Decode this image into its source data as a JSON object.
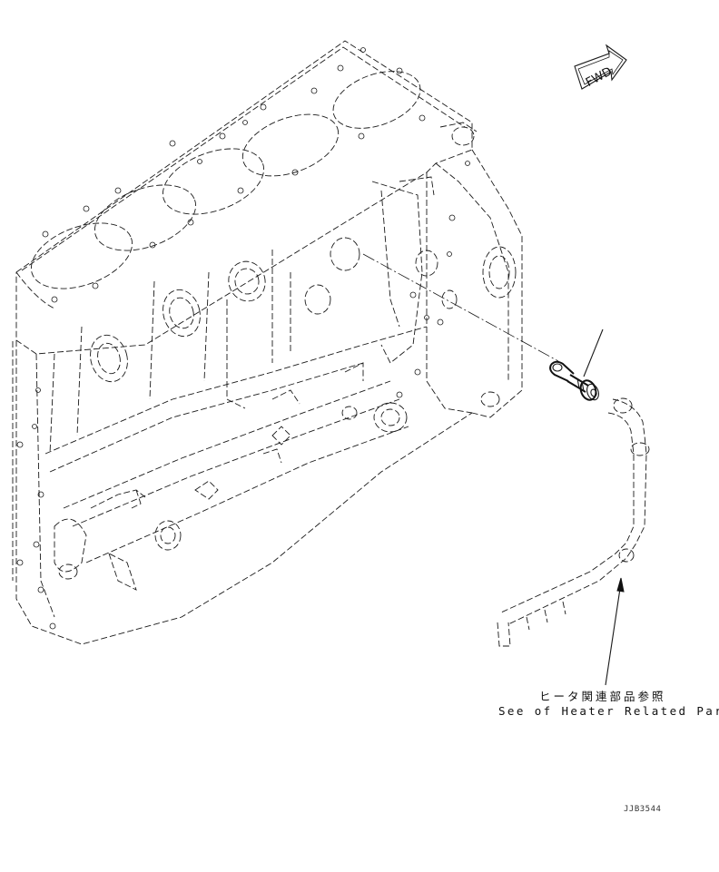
{
  "fwd_label": "FWD",
  "callout": {
    "japanese": "ヒータ関連部品参照",
    "english": "See of Heater Related Parts"
  },
  "drawing_number": "JJB3544"
}
